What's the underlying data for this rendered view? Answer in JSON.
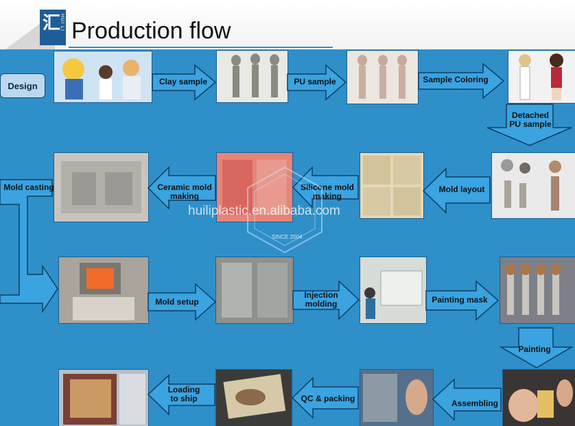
{
  "header": {
    "title": "Production flow",
    "logo_glyph": "汇",
    "logo_letters": "HUI LI"
  },
  "watermark": {
    "url_text": "huiliplastic.en.alibaba.com",
    "since_text": "SINCE 2004"
  },
  "flow": {
    "design": "Design",
    "clay_sample": "Clay sample",
    "pu_sample": "PU sample",
    "sample_coloring": "Sample Coloring",
    "detached_pu_sample": "Detached PU sample",
    "mold_layout": "Mold layout",
    "silicone_mold_making": "Silicone mold making",
    "ceramic_mold_making": "Ceramic mold making",
    "mold_casting": "Mold casting",
    "mold_setup": "Mold setup",
    "injection_molding": "Injection molding",
    "painting_mask": "Painting mask",
    "painting": "Painting",
    "assembling": "Assembling",
    "qc_packing": "QC & packing",
    "loading_to_ship": "Loading to ship"
  },
  "colors": {
    "panel": "#2f8fc9",
    "arrow_fill": "#3aa3e0",
    "arrow_stroke": "#0d3f66"
  }
}
